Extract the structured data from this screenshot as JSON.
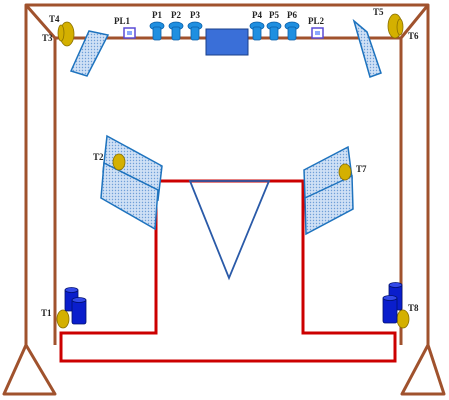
{
  "labels": {
    "T1": "T1",
    "T2": "T2",
    "T3": "T3",
    "T4": "T4",
    "T5": "T5",
    "T6": "T6",
    "T7": "T7",
    "T8": "T8",
    "PL1": "PL1",
    "PL2": "PL2",
    "P1": "P1",
    "P2": "P2",
    "P3": "P3",
    "P4": "P4",
    "P5": "P5",
    "P6": "P6"
  },
  "colors": {
    "frame": "#a0522d",
    "room_outline": "#cc0000",
    "panel_stroke": "#1e73be",
    "panel_fill": "#a9c6e8",
    "target_fill": "#d4b000",
    "target_stroke": "#8a7000",
    "projector": "#1f8fe0",
    "pl_fill": "#8aa8ff",
    "center_box": "#3a6fd8",
    "cylinder": "#0a1ecc",
    "triangle": "#2a5aa8"
  },
  "icons": {
    "target": "tripod-target-icon",
    "projector": "projector-icon",
    "pl": "pointlight-icon",
    "cylinder": "barrel-stack-icon"
  }
}
